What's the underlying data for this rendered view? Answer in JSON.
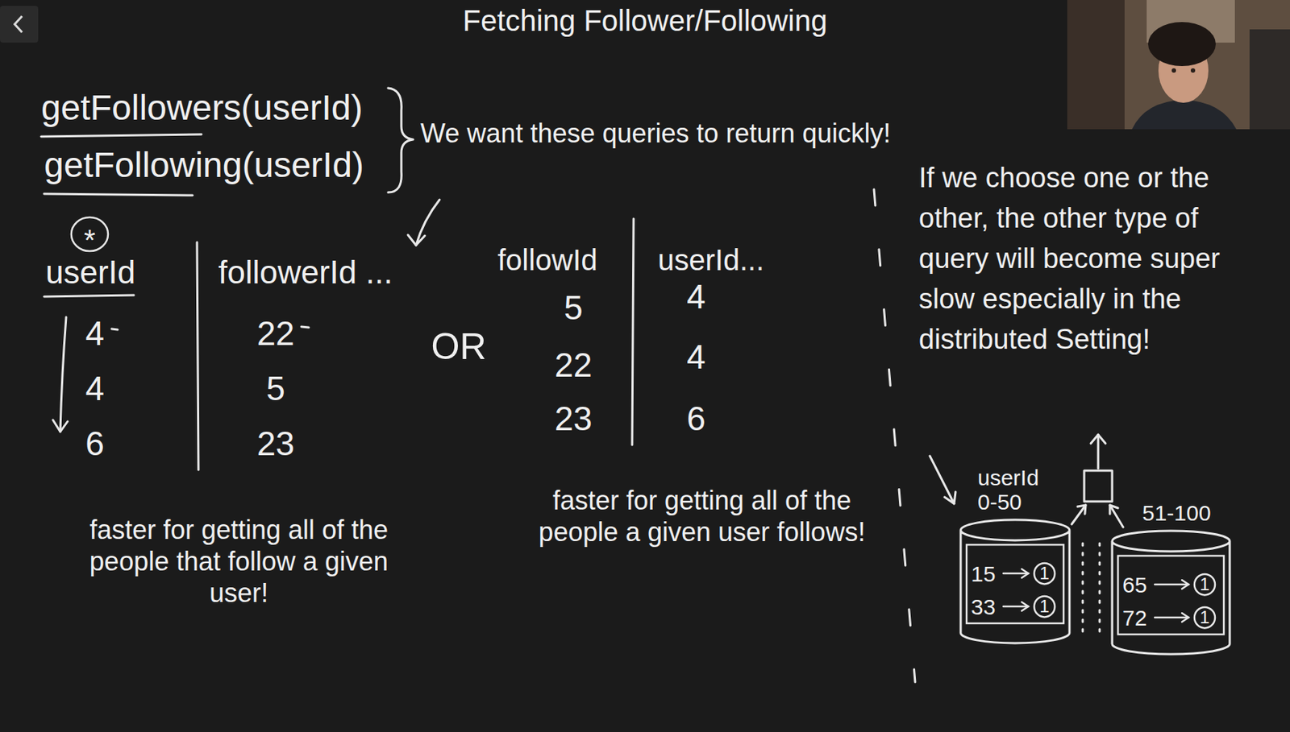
{
  "diagram": {
    "title": "Fetching Follower/Following",
    "nodes": [
      {
        "text": [
          "*"
        ]
      },
      {
        "text": [
          "userId 0-50",
          "15",
          "33"
        ]
      },
      {
        "text": [
          "1"
        ],
        "in": 1
      },
      {
        "text": [
          "1"
        ],
        "in": 1
      },
      {
        "text": [
          "51-100",
          "65",
          "72"
        ]
      },
      {
        "text": [
          "1"
        ],
        "in": 4
      },
      {
        "text": [
          "1"
        ],
        "in": 4
      }
    ],
    "labels": [
      "getFollowers(userId)",
      "getFollowing(userId)",
      "We want these queries to return quickly!",
      "userId",
      "followerId ...",
      "4",
      "22",
      "4",
      "5",
      "6",
      "23",
      "faster for getting all of the people that follow a given user!",
      "OR",
      "followId",
      "userId...",
      "5",
      "4",
      "22",
      "4",
      "23",
      "6",
      "faster for getting all of the people a given user follows!",
      "If we choose one or the other, the other type of query will become super slow especially in the distributed Setting!"
    ]
  }
}
